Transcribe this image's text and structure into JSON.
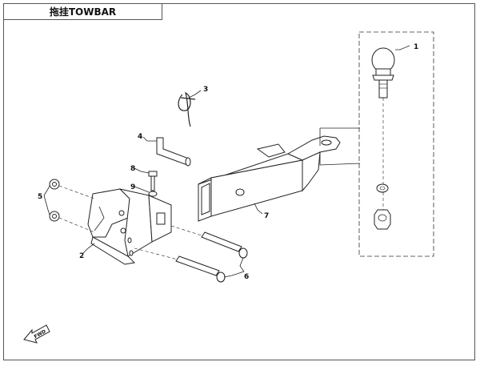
{
  "title": "拖挂TOWBAR",
  "callouts": [
    "1",
    "2",
    "3",
    "4",
    "5",
    "6",
    "7",
    "8",
    "9"
  ],
  "direction_label": "FWD"
}
